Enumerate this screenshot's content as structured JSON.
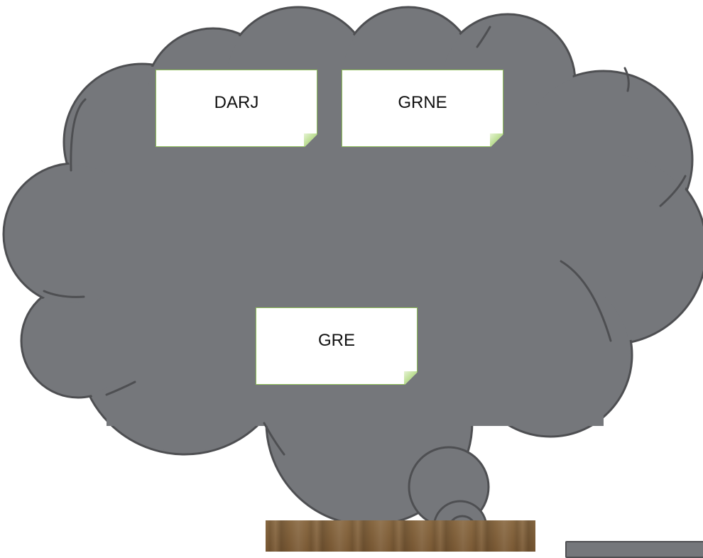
{
  "notes": {
    "darj": "DARJ",
    "grne": "GRNE",
    "gre": "GRE"
  },
  "colors": {
    "cloud_fill": "#75777b",
    "cloud_stroke": "#4e4f52",
    "note_border": "#8fbf5a",
    "note_background": "#ffffff"
  },
  "icons": [
    "thought-cloud",
    "thought-bubble-small",
    "thought-bubble-tiny"
  ]
}
